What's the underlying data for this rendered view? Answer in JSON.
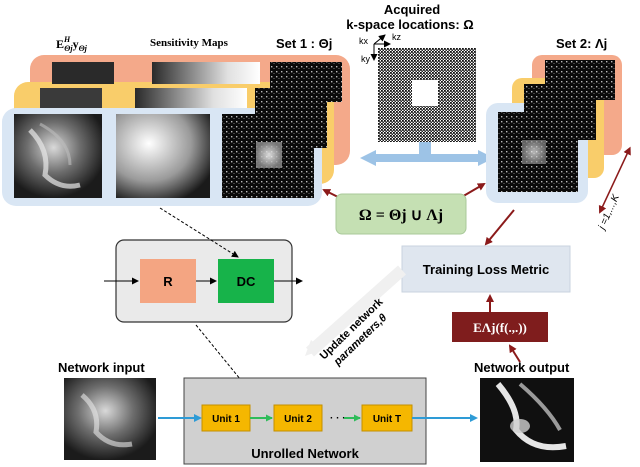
{
  "labels": {
    "backprojection_expr": "E",
    "backprojection_sup": "H",
    "backprojection_sub": "Θj",
    "backprojection_y": "y",
    "backprojection_y_sub": "Θj",
    "sensitivity_maps": "Sensitivity Maps",
    "set1": "Set 1 : Θj",
    "set2": "Set 2: Λj",
    "acquired_line1": "Acquired",
    "acquired_line2": "k-space locations: Ω",
    "axis_kx": "kx",
    "axis_kz": "kz",
    "axis_ky": "ky",
    "set_union": "Ω = Θj ∪ Λj",
    "index_range": "j =1,...,K",
    "training_loss": "Training Loss Metric",
    "loss_operator": "EΛj(f(.,.))",
    "update_line1": "Update network",
    "update_line2": "parameters,θ",
    "network_input": "Network input",
    "network_output": "Network output",
    "unrolled_network": "Unrolled Network",
    "block_r": "R",
    "block_dc": "DC",
    "unit1": "Unit 1",
    "unit2": "Unit 2",
    "unitT": "Unit T",
    "ellipsis": "· · ·"
  },
  "colors": {
    "card_orange": "#f4a98a",
    "card_yellow": "#f9cd6a",
    "card_blue": "#d9e6f4",
    "union_box": "#c5e0b3",
    "loss_box": "#dfe6ef",
    "loss_op_box": "#7f1d1d",
    "r_block": "#f4a582",
    "dc_block": "#17b34a",
    "unit_fill": "#f5b700",
    "unrolled_bg": "#d0d0d0",
    "connector": "#8b1a1a",
    "bus": "#9dc3e6",
    "flow_blue": "#2e9bd6",
    "flow_green": "#2ebc5a"
  }
}
